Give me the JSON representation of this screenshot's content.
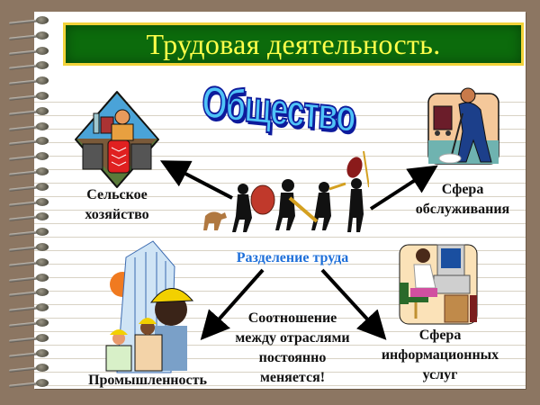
{
  "slide": {
    "title": "Трудовая деятельность.",
    "wordart": "Общество",
    "center_label": "Разделение труда",
    "center_note": [
      "Соотношение",
      "между отраслями",
      "постоянно",
      "меняется!"
    ],
    "sectors": {
      "agriculture": [
        "Сельское",
        "хозяйство"
      ],
      "services": [
        "Сфера",
        "обслуживания"
      ],
      "industry": "Промышленность",
      "information": [
        "Сфера",
        "информационных",
        "услуг"
      ]
    }
  },
  "images": {
    "agriculture": "farmer-tractor-icon",
    "services": "janitor-mopping-icon",
    "society": "marching-band-icon",
    "industry": "builders-skyscraper-icon",
    "information": "operator-computer-icon"
  },
  "colors": {
    "background": "#8c7662",
    "title_bg": "#0c6b0c",
    "title_border": "#f2d33a",
    "title_text": "#ffff4a",
    "wordart_fill": "#4fc3f7",
    "wordart_stroke": "#0d1a9c",
    "center_label": "#1e6fd9"
  }
}
